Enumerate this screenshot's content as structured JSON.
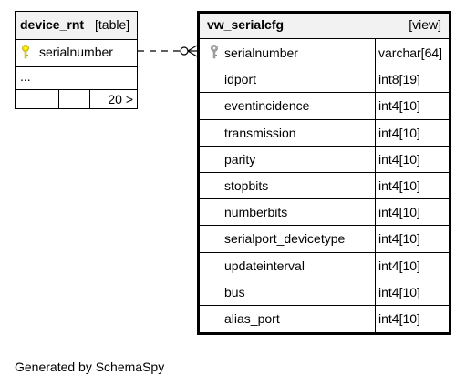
{
  "tables": {
    "device_rnt": {
      "name": "device_rnt",
      "kind": "[table]",
      "columns": [
        {
          "name": "serialnumber",
          "is_primary_key": true
        }
      ],
      "ellipsis": "...",
      "footer_count": "20 >"
    },
    "vw_serialcfg": {
      "name": "vw_serialcfg",
      "kind": "[view]",
      "columns": [
        {
          "name": "serialnumber",
          "type": "varchar[64]",
          "is_primary_key": true
        },
        {
          "name": "idport",
          "type": "int8[19]"
        },
        {
          "name": "eventincidence",
          "type": "int4[10]"
        },
        {
          "name": "transmission",
          "type": "int4[10]"
        },
        {
          "name": "parity",
          "type": "int4[10]"
        },
        {
          "name": "stopbits",
          "type": "int4[10]"
        },
        {
          "name": "numberbits",
          "type": "int4[10]"
        },
        {
          "name": "serialport_devicetype",
          "type": "int4[10]"
        },
        {
          "name": "updateinterval",
          "type": "int4[10]"
        },
        {
          "name": "bus",
          "type": "int4[10]"
        },
        {
          "name": "alias_port",
          "type": "int4[10]"
        }
      ]
    }
  },
  "relationship": {
    "from": "device_rnt.serialnumber",
    "to": "vw_serialcfg.serialnumber",
    "style": "dashed"
  },
  "colors": {
    "header_bg": "#f2f2f2",
    "pk_key_yellow": "#f0e000",
    "pk_key_gray": "#a8a8a8"
  },
  "footer": "Generated by SchemaSpy"
}
